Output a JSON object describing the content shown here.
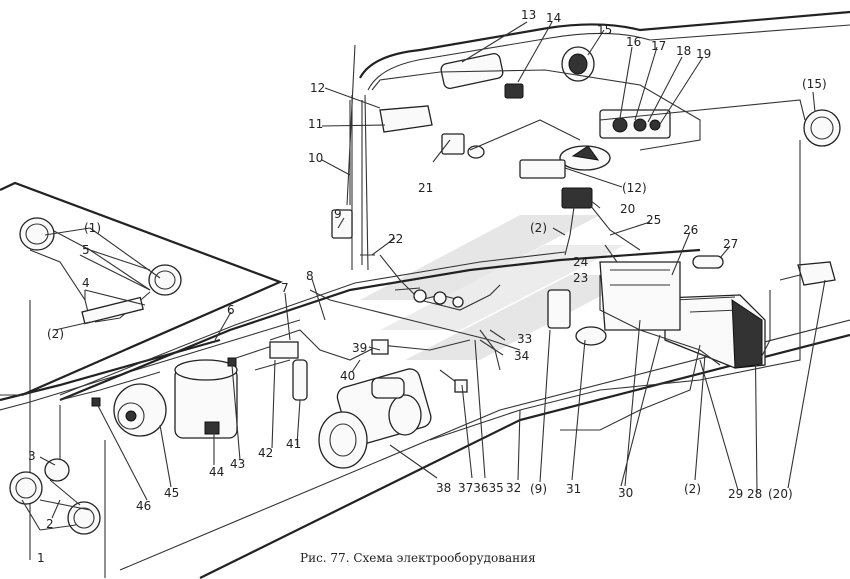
{
  "caption": "Рис. 77. Схема электрооборудования",
  "labels": {
    "l1": "1",
    "l2": "2",
    "l3": "3",
    "l1b": "(1)",
    "l5": "5",
    "l4": "4",
    "l2b": "(2)",
    "l6": "6",
    "l7": "7",
    "l8": "8",
    "l9": "9",
    "l10": "10",
    "l11": "11",
    "l12": "12",
    "l13": "13",
    "l14": "14",
    "l15": "15",
    "l16": "16",
    "l17": "17",
    "l18": "18",
    "l19": "19",
    "l15b": "(15)",
    "l12b": "(12)",
    "l20": "20",
    "l21": "21",
    "l22": "22",
    "l2c": "(2)",
    "l24": "24",
    "l25": "25",
    "l26": "26",
    "l27": "27",
    "l23": "23",
    "l33": "33",
    "l34": "34",
    "l39": "39",
    "l40": "40",
    "l41": "41",
    "l42": "42",
    "l43": "43",
    "l44": "44",
    "l45": "45",
    "l46": "46",
    "l38": "38",
    "l373635": "373635",
    "l32": "32",
    "l9b": "(9)",
    "l31": "31",
    "l30": "30",
    "l2d": "(2)",
    "l29": "29",
    "l28": "28",
    "l20b": "(20)"
  }
}
